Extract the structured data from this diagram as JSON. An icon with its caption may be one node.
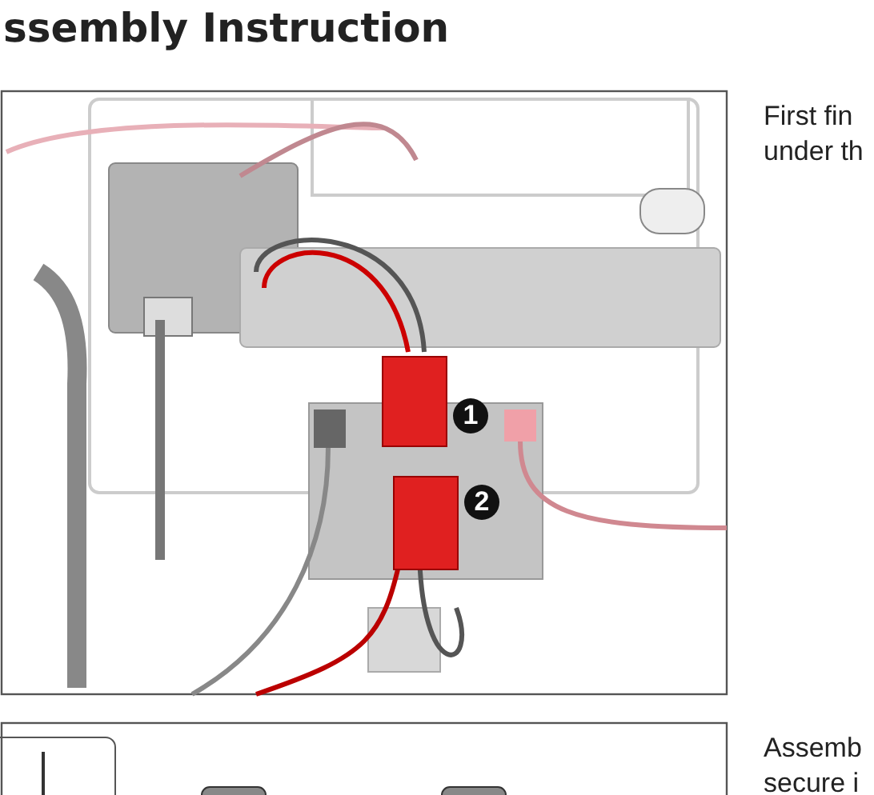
{
  "diagram": {
    "title": "ssembly Instruction",
    "labels": [
      "1",
      "2",
      "First fin under th",
      "Assemb secure i"
    ]
  }
}
